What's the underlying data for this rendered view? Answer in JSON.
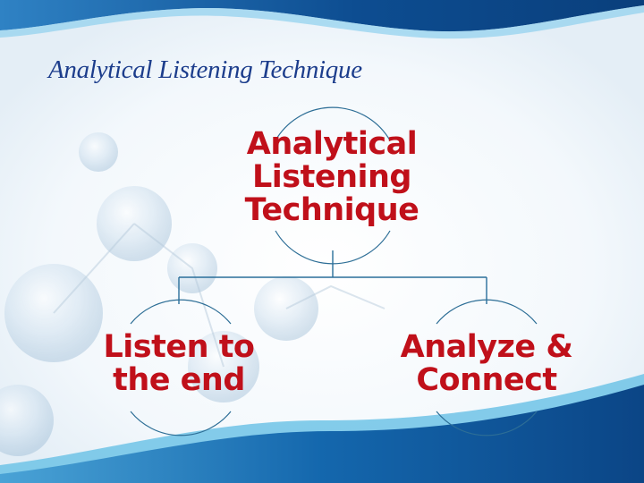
{
  "slide": {
    "title": "Analytical Listening Technique"
  },
  "diagram": {
    "type": "hierarchy",
    "root": {
      "lines": [
        "Analytical",
        "Listening",
        "Technique"
      ]
    },
    "children": [
      {
        "lines": [
          "Listen to",
          "the end"
        ]
      },
      {
        "lines": [
          "Analyze &",
          "Connect"
        ]
      }
    ]
  },
  "colors": {
    "title": "#1c3d8c",
    "node_text": "#c0101a",
    "connector": "#2a6f9a",
    "node_outline": "#2d6e96",
    "band_dark": "#0d4d91",
    "band_light": "#5fb6de"
  }
}
